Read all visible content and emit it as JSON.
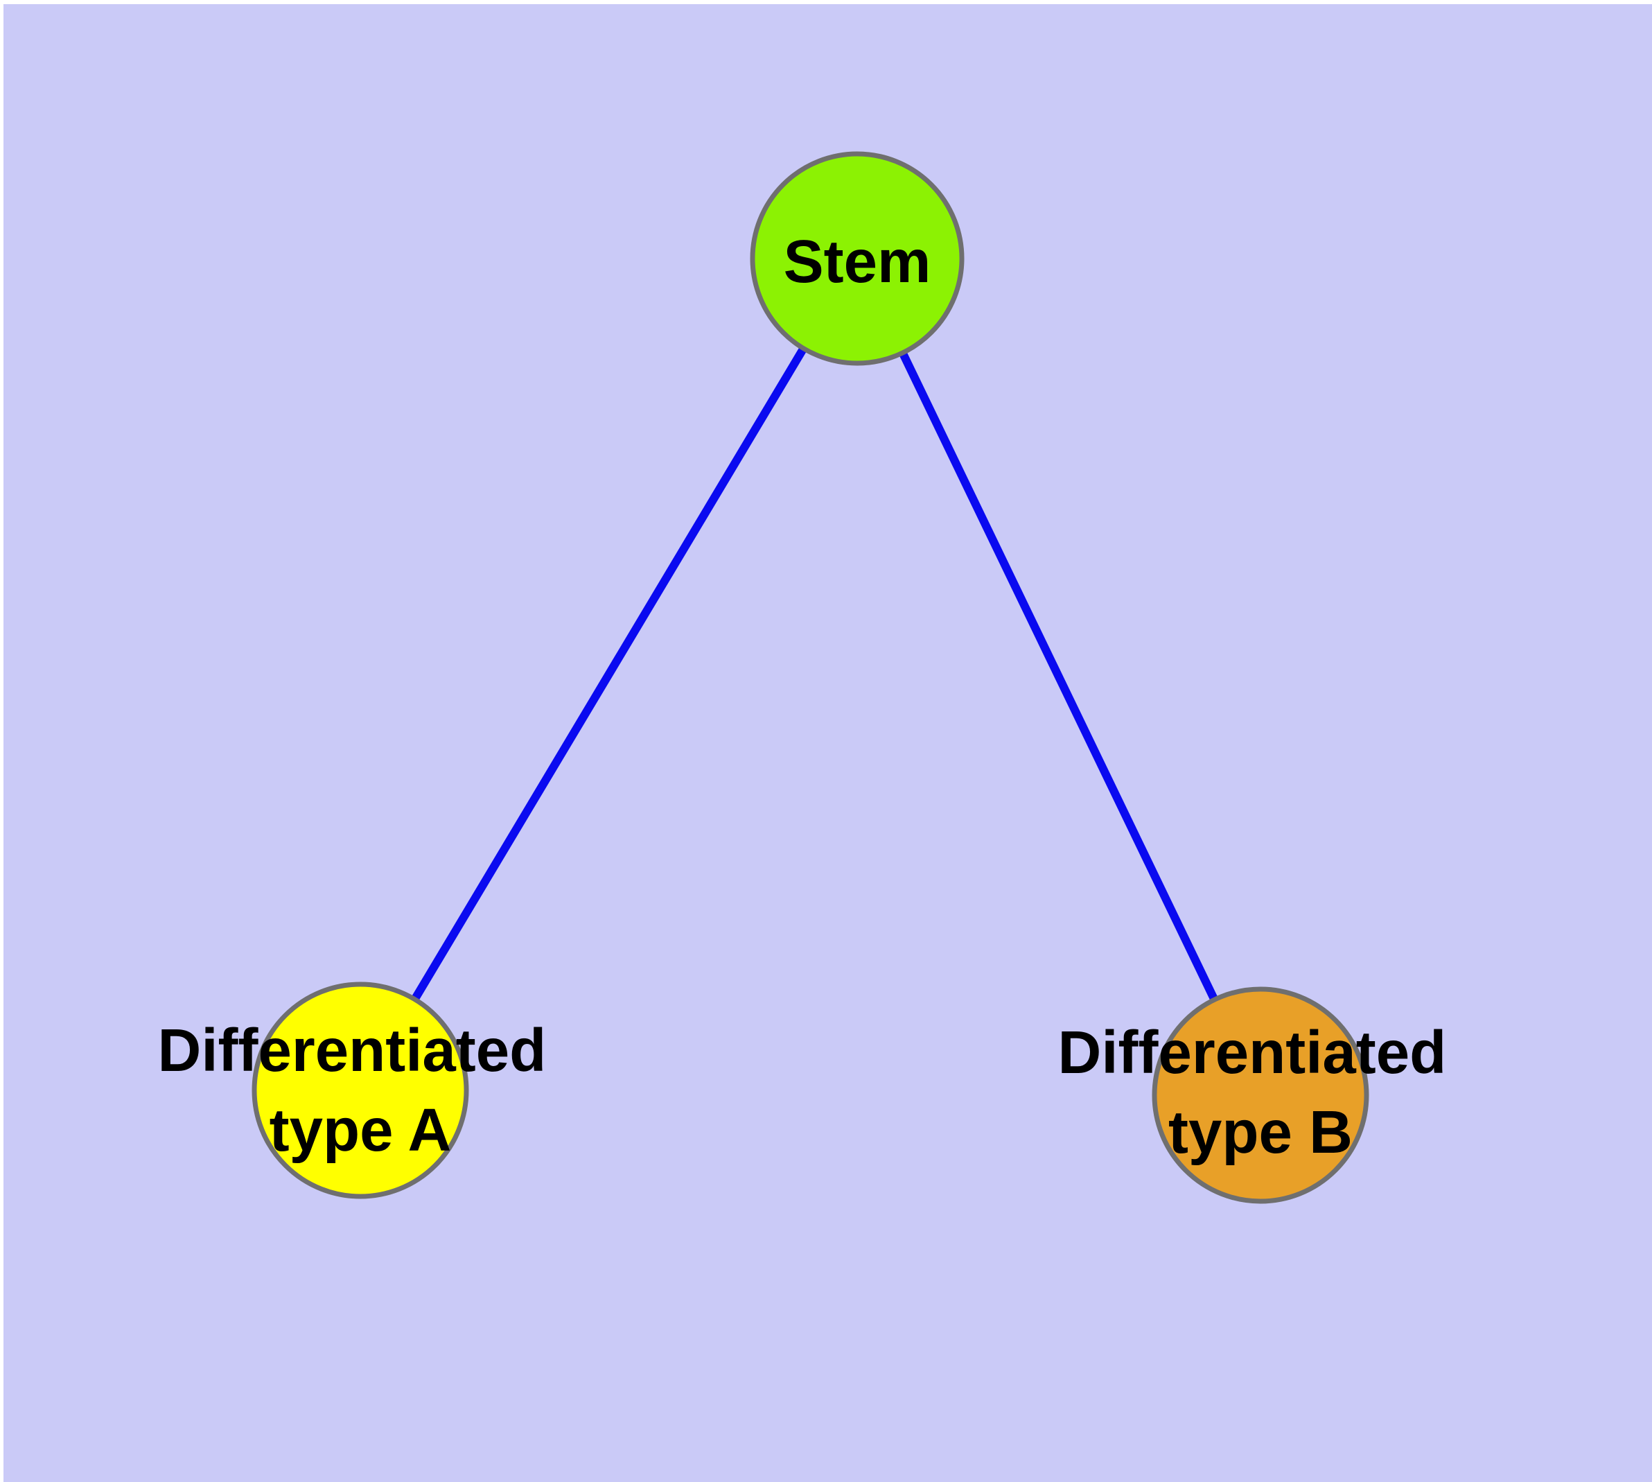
{
  "canvas": {
    "background_color": "#CACAF7",
    "margin_color": "#FFFFFF"
  },
  "nodes": [
    {
      "id": "stem",
      "label": "Stem",
      "fill": "#8CF203",
      "border_color": "#6F6F6F",
      "label_color": "#000000"
    },
    {
      "id": "differentiated-type-a",
      "label": "Differentiated type A",
      "label_line1": "Differentiated",
      "label_line2": "type A",
      "fill": "#FFFF00",
      "border_color": "#6F6F6F",
      "label_color": "#000000"
    },
    {
      "id": "differentiated-type-b",
      "label": "Differentiated type B",
      "label_line1": "Differentiated",
      "label_line2": "type B",
      "fill": "#E8A028",
      "border_color": "#6F6F6F",
      "label_color": "#000000"
    }
  ],
  "edges": [
    {
      "from": "Stem",
      "to": "Differentiated type A",
      "color": "#0A0AF0"
    },
    {
      "from": "Stem",
      "to": "Differentiated type B",
      "color": "#0A0AF0"
    }
  ]
}
